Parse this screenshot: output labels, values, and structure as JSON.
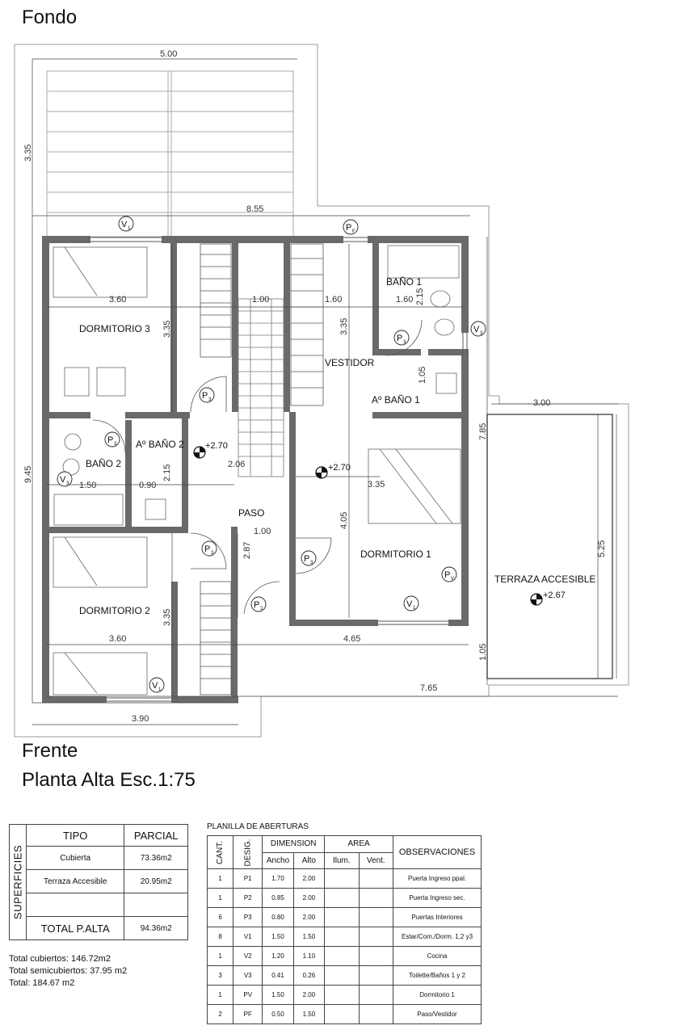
{
  "headings": {
    "fondo": "Fondo",
    "frente": "Frente",
    "planta": "Planta Alta Esc.1:75"
  },
  "rooms": {
    "dormitorio3": "DORMITORIO 3",
    "dormitorio2": "DORMITORIO 2",
    "dormitorio1": "DORMITORIO 1",
    "bano1": "BAÑO 1",
    "bano2": "BAÑO 2",
    "abano1": "Aº BAÑO 1",
    "abano2": "Aº BAÑO 2",
    "vestidor": "VESTIDOR",
    "paso": "PASO",
    "terraza": "TERRAZA ACCESIBLE"
  },
  "levels": {
    "l1": "+2.70",
    "l2": "+2.70",
    "l3": "+2.67"
  },
  "dims": {
    "d500": "5.00",
    "d335a": "3.35",
    "d855": "8.55",
    "d360a": "3.60",
    "d335b": "3.35",
    "d100a": "1.00",
    "d160a": "1.60",
    "d335c": "3.35",
    "d160b": "1.60",
    "d215a": "2.15",
    "d105a": "1.05",
    "d300": "3.00",
    "d785": "7.85",
    "d945": "9.45",
    "d206": "2.06",
    "d215b": "2.15",
    "d150": "1.50",
    "d090": "0.90",
    "d335d": "3.35",
    "d405": "4.05",
    "d100b": "1.00",
    "d287": "2.87",
    "d525": "5.25",
    "d335e": "3.35",
    "d360b": "3.60",
    "d465": "4.65",
    "d105b": "1.05",
    "d765": "7.65",
    "d390": "3.90"
  },
  "tags": {
    "v1a": "V",
    "v1a_sub": "1",
    "pf": "P",
    "pf_sub": "F",
    "v3a": "V",
    "v3a_sub": "3",
    "p3a": "P",
    "p3a_sub": "3",
    "p3b": "P",
    "p3b_sub": "3",
    "p3c": "P",
    "p3c_sub": "3",
    "v3b": "V",
    "v3b_sub": "3",
    "p3d": "P",
    "p3d_sub": "3",
    "p3e": "P",
    "p3e_sub": "3",
    "pv": "P",
    "pv_sub": "V",
    "p2": "P",
    "p2_sub": "2",
    "v1b": "V",
    "v1b_sub": "1",
    "v1c": "V",
    "v1c_sub": "1"
  },
  "superficies": {
    "title": "SUPERFICIES",
    "col_tipo": "TIPO",
    "col_parcial": "PARCIAL",
    "rows": [
      {
        "tipo": "Cubierta",
        "parcial": "73.36m2"
      },
      {
        "tipo": "Terraza Accesible",
        "parcial": "20.95m2"
      },
      {
        "tipo": "",
        "parcial": ""
      }
    ],
    "total_label": "TOTAL P.ALTA",
    "total_value": "94.36m2"
  },
  "totals": {
    "cubiertos": "Total cubiertos: 146.72m2",
    "semicubiertos": "Total semicubiertos: 37.95 m2",
    "total": "Total: 184.67 m2"
  },
  "aberturas": {
    "caption": "PLANILLA DE ABERTURAS",
    "h_cant": "CANT.",
    "h_desig": "DESIG.",
    "h_dimension": "DIMENSION",
    "h_area": "AREA",
    "h_obs": "OBSERVACIONES",
    "h_ancho": "Ancho",
    "h_alto": "Alto",
    "h_ilum": "Ilum.",
    "h_vent": "Vent.",
    "rows": [
      {
        "cant": "1",
        "desig": "P1",
        "ancho": "1.70",
        "alto": "2.00",
        "obs": "Puerta Ingreso ppal."
      },
      {
        "cant": "1",
        "desig": "P2",
        "ancho": "0.85",
        "alto": "2.00",
        "obs": "Puerta Ingreso sec."
      },
      {
        "cant": "6",
        "desig": "P3",
        "ancho": "0.80",
        "alto": "2.00",
        "obs": "Puertas Interiores"
      },
      {
        "cant": "8",
        "desig": "V1",
        "ancho": "1.50",
        "alto": "1.50",
        "obs": "Estar/Com./Dorm. 1,2 y3"
      },
      {
        "cant": "1",
        "desig": "V2",
        "ancho": "1.20",
        "alto": "1.10",
        "obs": "Cocina"
      },
      {
        "cant": "3",
        "desig": "V3",
        "ancho": "0.41",
        "alto": "0.26",
        "obs": "Toilette/Baños 1 y 2"
      },
      {
        "cant": "1",
        "desig": "PV",
        "ancho": "1.50",
        "alto": "2.00",
        "obs": "Dormitorio 1"
      },
      {
        "cant": "2",
        "desig": "PF",
        "ancho": "0.50",
        "alto": "1.50",
        "obs": "Paso/Vestidor"
      }
    ]
  }
}
